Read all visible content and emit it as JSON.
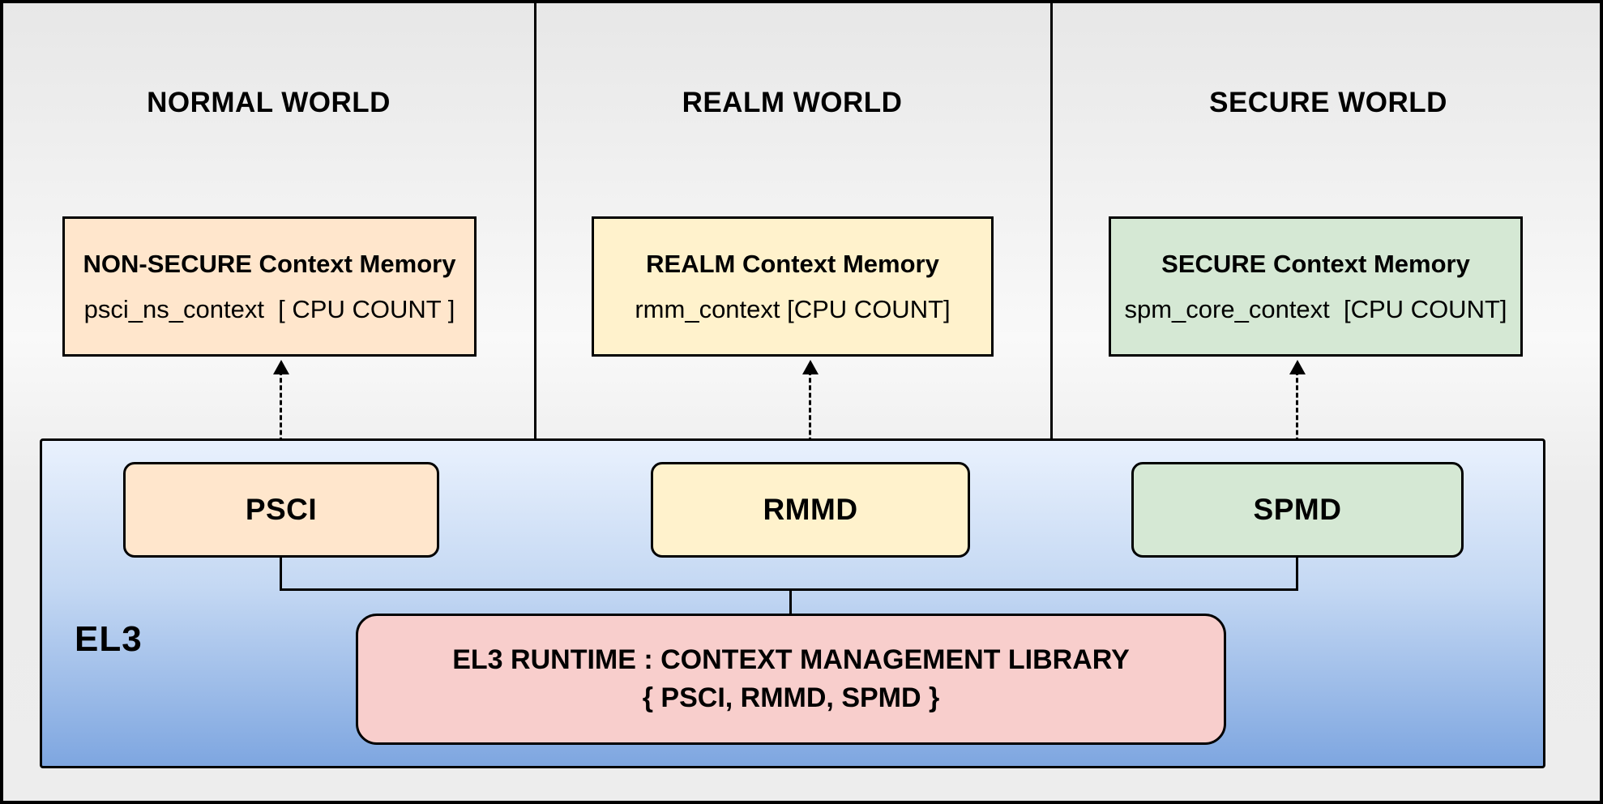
{
  "worlds": [
    {
      "title": "NORMAL WORLD",
      "memory_title": "NON-SECURE Context Memory",
      "memory_detail": "psci_ns_context  [ CPU COUNT ]",
      "dispatcher": "PSCI",
      "color": "#ffe6cc"
    },
    {
      "title": "REALM WORLD",
      "memory_title": "REALM Context Memory",
      "memory_detail": "rmm_context [CPU COUNT]",
      "dispatcher": "RMMD",
      "color": "#fff2cc"
    },
    {
      "title": "SECURE WORLD",
      "memory_title": "SECURE Context Memory",
      "memory_detail": "spm_core_context  [CPU COUNT]",
      "dispatcher": "SPMD",
      "color": "#d5e8d4"
    }
  ],
  "el3": {
    "label": "EL3",
    "runtime_title": "EL3 RUNTIME : CONTEXT MANAGEMENT LIBRARY",
    "runtime_subtitle": "{ PSCI, RMMD, SPMD }",
    "runtime_color": "#f8cecc",
    "background_top": "#e9f1fd",
    "background_bottom": "#7ea6e0"
  }
}
